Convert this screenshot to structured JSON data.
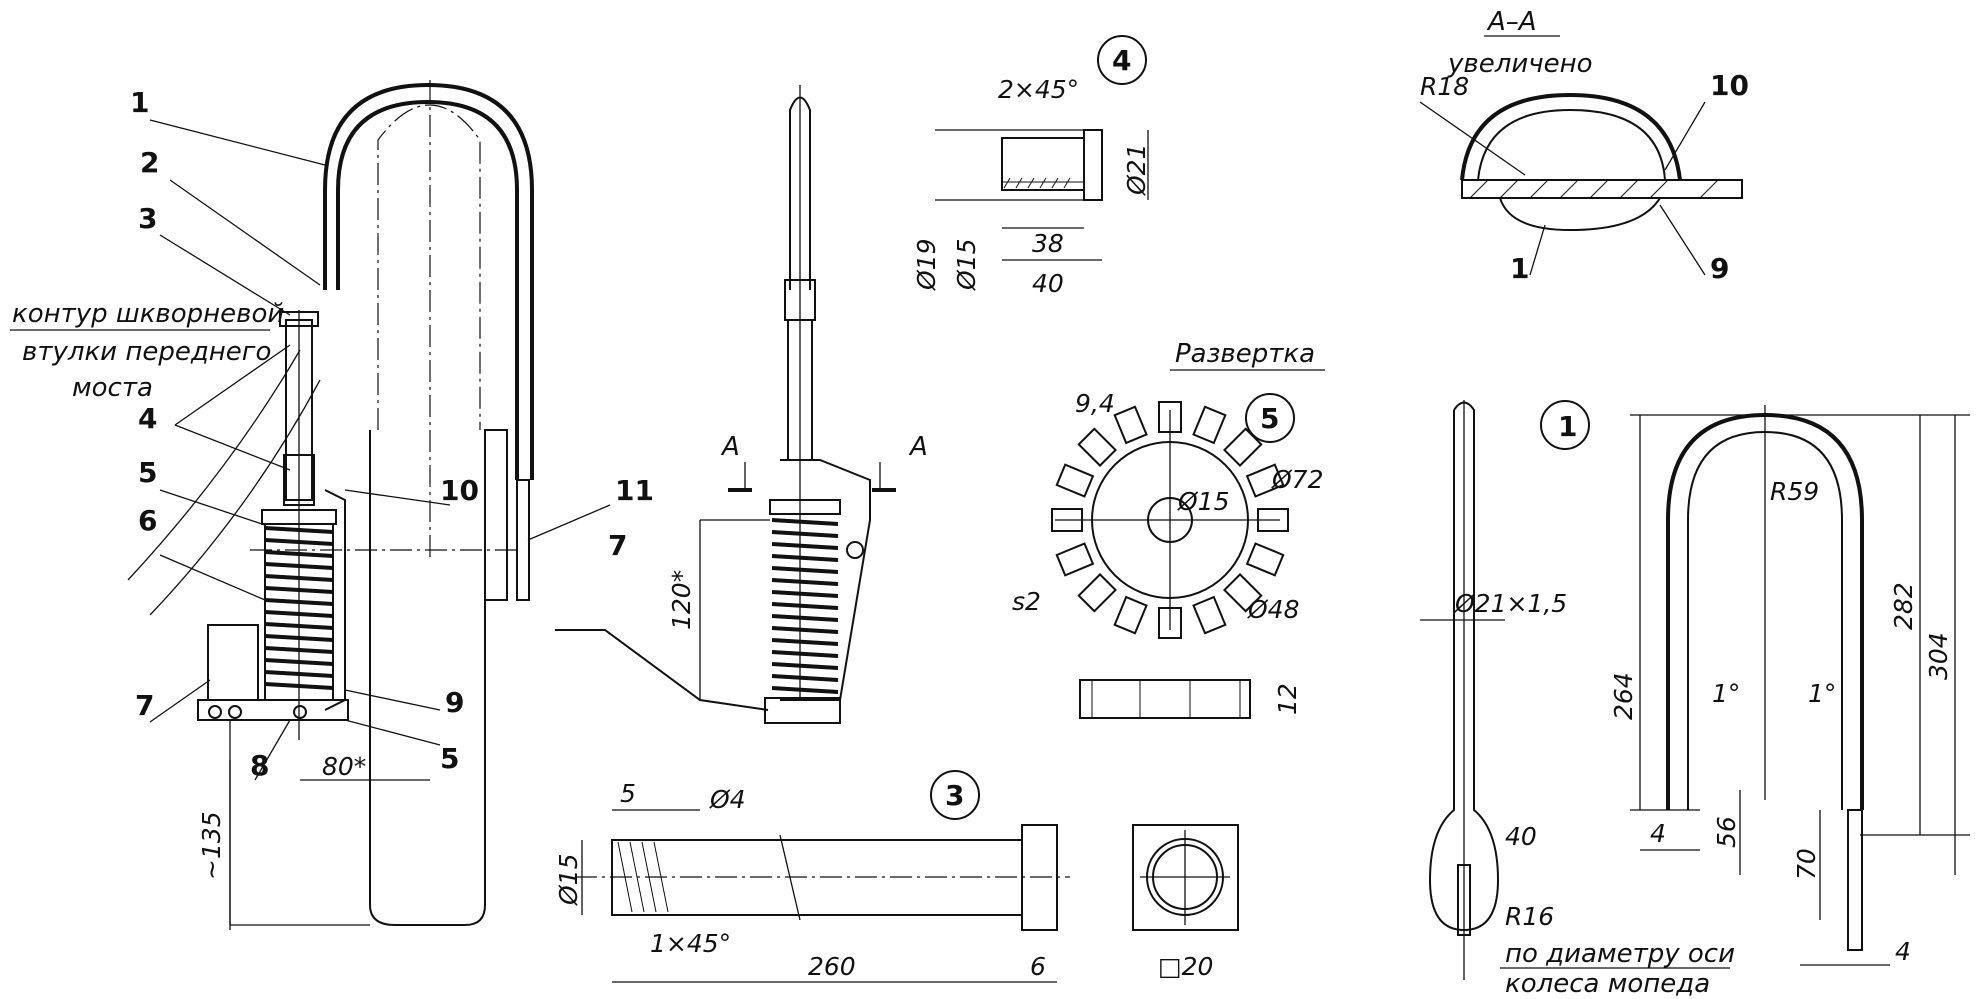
{
  "drawing": {
    "callouts": [
      "1",
      "2",
      "3",
      "4",
      "5",
      "6",
      "7",
      "8",
      "9",
      "10",
      "11",
      "5",
      "7"
    ],
    "note_line1": "контур шкворневой",
    "note_line2": "втулки переднего",
    "note_line3": "моста",
    "dim_80": "80*",
    "dim_135": "~135",
    "dim_120": "120*",
    "section_mark": "A",
    "part3": {
      "id": "3",
      "d_chamfer": "1×45°",
      "d5": "5",
      "d4": "Ø4",
      "d15": "Ø15",
      "d260": "260",
      "d6": "6",
      "d20": "□20"
    },
    "part4": {
      "id": "4",
      "chamfer": "2×45°",
      "d21": "Ø21",
      "d19": "Ø19",
      "d15": "Ø15",
      "l38": "38",
      "l40": "40"
    },
    "part5": {
      "id": "5",
      "title": "Развертка",
      "d94": "9,4",
      "d15": "Ø15",
      "d72": "Ø72",
      "d48": "Ø48",
      "s2": "s2",
      "h12": "12"
    },
    "section": {
      "title": "A–A",
      "subtitle": "увеличено",
      "r18": "R18",
      "c10": "10",
      "c1": "1",
      "c9": "9"
    },
    "part1": {
      "id": "1",
      "d21": "Ø21×1,5",
      "l40": "40",
      "r16": "R16",
      "note_line1": "по диаметру оси",
      "note_line2": "колеса мопеда",
      "r59": "R59",
      "h264": "264",
      "h282": "282",
      "h304": "304",
      "ang1a": "1°",
      "ang1b": "1°",
      "w4a": "4",
      "h56": "56",
      "h70": "70",
      "w4b": "4"
    }
  }
}
